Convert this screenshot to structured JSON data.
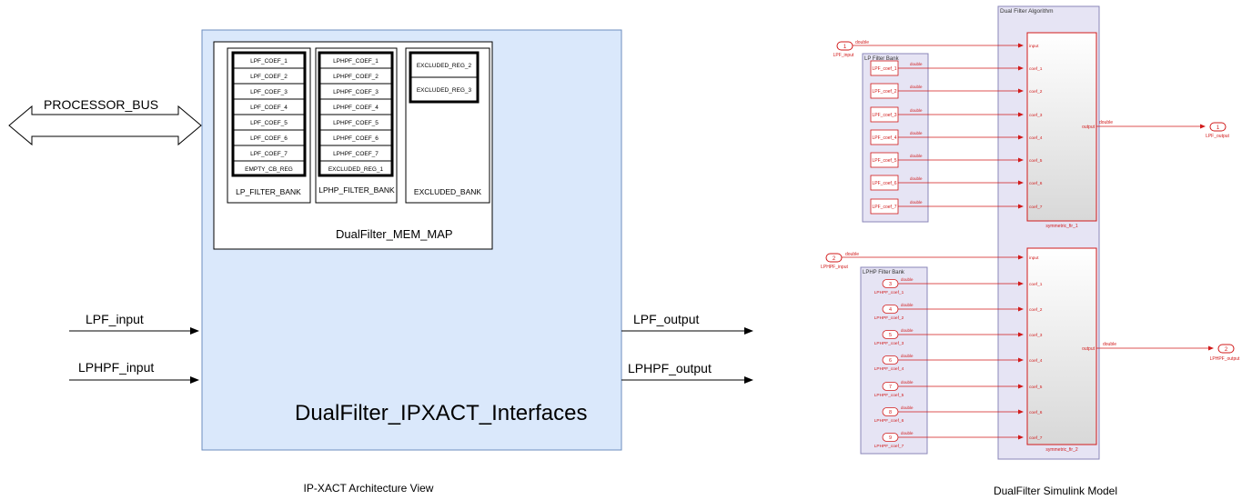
{
  "left": {
    "caption": "IP-XACT Architecture View",
    "bus_label": "PROCESSOR_BUS",
    "block_title": "DualFilter_IPXACT_Interfaces",
    "memmap_title": "DualFilter_MEM_MAP",
    "banks": [
      {
        "name": "LP_FILTER_BANK",
        "regs": [
          "LPF_COEF_1",
          "LPF_COEF_2",
          "LPF_COEF_3",
          "LPF_COEF_4",
          "LPF_COEF_5",
          "LPF_COEF_6",
          "LPF_COEF_7",
          "EMPTY_CB_REG"
        ]
      },
      {
        "name": "LPHP_FILTER_BANK",
        "regs": [
          "LPHPF_COEF_1",
          "LPHPF_COEF_2",
          "LPHPF_COEF_3",
          "LPHPF_COEF_4",
          "LPHPF_COEF_5",
          "LPHPF_COEF_6",
          "LPHPF_COEF_7",
          "EXCLUDED_REG_1"
        ]
      },
      {
        "name": "EXCLUDED_BANK",
        "regs": [
          "EXCLUDED_REG_2",
          "EXCLUDED_REG_3"
        ]
      }
    ],
    "inputs": [
      "LPF_input",
      "LPHPF_input"
    ],
    "outputs": [
      "LPF_output",
      "LPHPF_output"
    ]
  },
  "right": {
    "caption": "DualFilter Simulink Model",
    "algorithm_title": "Dual Filter Algorithm",
    "type_label": "double",
    "lp_bank": {
      "title": "LP Filter Bank",
      "coefs": [
        "LPF_coef_1",
        "LPF_coef_2",
        "LPF_coef_3",
        "LPF_coef_4",
        "LPF_coef_5",
        "LPF_coef_6",
        "LPF_coef_7"
      ]
    },
    "lphp_bank": {
      "title": "LPHP Filter Bank",
      "ports": [
        "3",
        "4",
        "5",
        "6",
        "7",
        "8",
        "9"
      ],
      "coefs": [
        "LPHPF_coef_1",
        "LPHPF_coef_2",
        "LPHPF_coef_3",
        "LPHPF_coef_4",
        "LPHPF_coef_5",
        "LPHPF_coef_6",
        "LPHPF_coef_7"
      ]
    },
    "fir_blocks": [
      {
        "name": "symmetric_fir_1",
        "in_ports": [
          "input",
          "coef_1",
          "coef_2",
          "coef_3",
          "coef_4",
          "coef_5",
          "coef_6",
          "coef_7"
        ],
        "out_port": "output"
      },
      {
        "name": "symmetric_fir_2",
        "in_ports": [
          "input",
          "coef_1",
          "coef_2",
          "coef_3",
          "coef_4",
          "coef_5",
          "coef_6",
          "coef_7"
        ],
        "out_port": "output"
      }
    ],
    "inports": [
      {
        "num": "1",
        "name": "LPF_input"
      },
      {
        "num": "2",
        "name": "LPHPF_input"
      }
    ],
    "outports": [
      {
        "num": "1",
        "name": "LPF_output"
      },
      {
        "num": "2",
        "name": "LPHPF_output"
      }
    ]
  }
}
